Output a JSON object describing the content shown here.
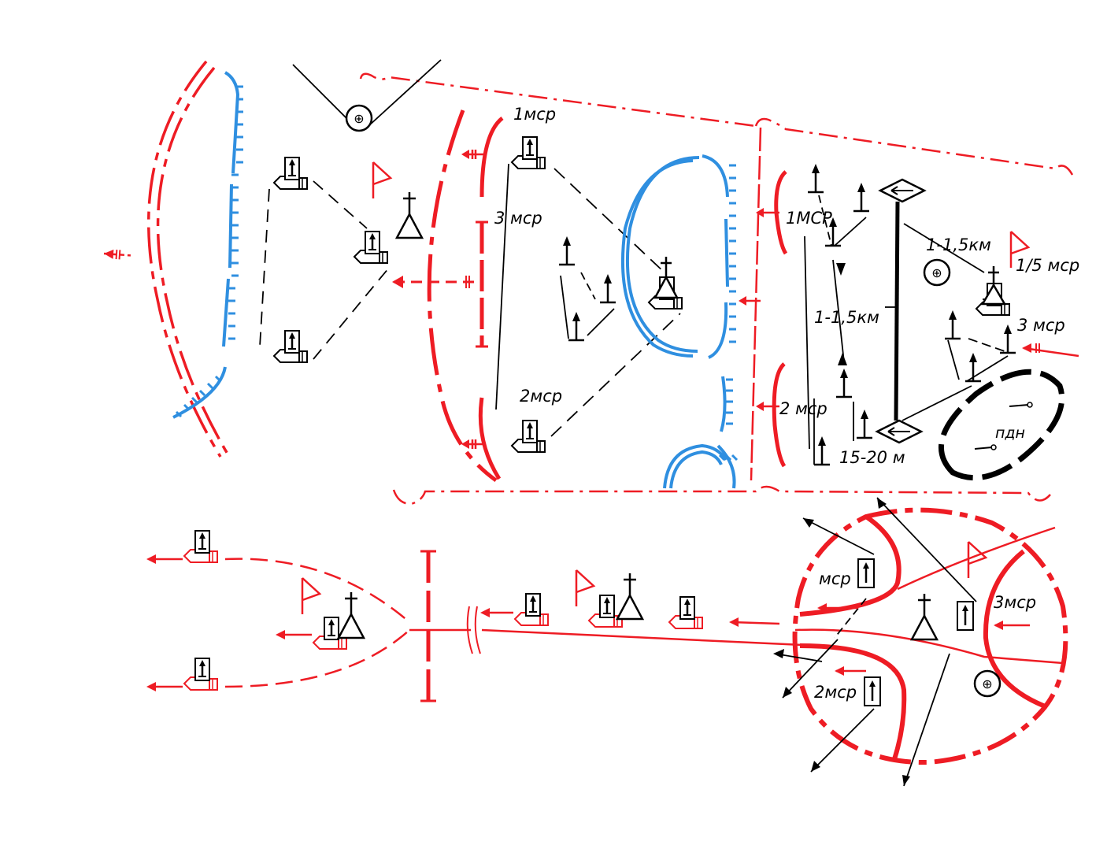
{
  "colors": {
    "friendly": "#ee1c24",
    "enemy": "#2f8fe0",
    "neutral": "#000000",
    "background": "#ffffff"
  },
  "labels": {
    "co1_top": "1мср",
    "co3_top": "3 мср",
    "co2_top": "2мср",
    "co1_right": "1МСР",
    "co2_right": "2 мср",
    "dist_1": "1-1,5км",
    "dist_2": "1-1,5км",
    "dist_3": "15-20 м",
    "platoon_right": "1/5 мср",
    "co3_right": "3 мср",
    "pdn": "пдн",
    "co_bottom_left": "мср",
    "co3_bottom": "3мср",
    "co2_bottom": "2мср"
  },
  "icons": {
    "infantry": "infantry-vehicle-icon",
    "flag": "command-flag-icon",
    "medical": "medical-post-icon",
    "observation": "observation-post-icon",
    "artillery": "artillery-position-icon"
  }
}
